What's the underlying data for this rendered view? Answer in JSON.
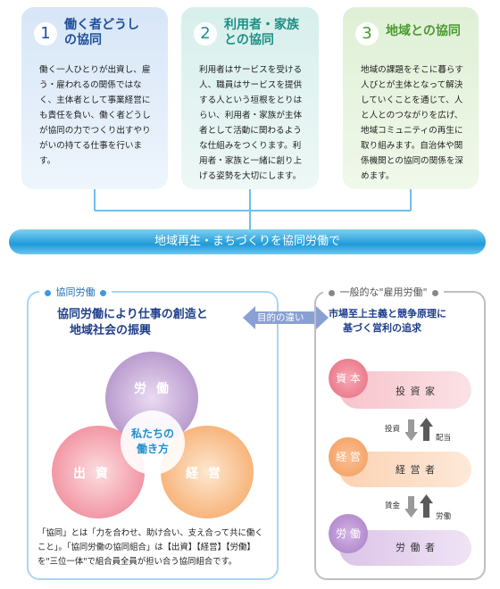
{
  "cards": [
    {
      "num": "1",
      "title1": "働く者どうし",
      "title2": "の協同",
      "body": "働く一人ひとりが出資し、雇う・雇われるの関係ではなく、主体者として事業経営にも責任を負い、働く者どうしが協同の力でつくり出すやりがいの持てる仕事を行います。"
    },
    {
      "num": "2",
      "title1": "利用者・家族",
      "title2": "との協同",
      "body": "利用者はサービスを受ける人、職員はサービスを提供する人という垣根をとりはらい、利用者・家族が主体者として活動に関わるような仕組みをつくります。利用者・家族と一緒に創り上げる姿勢を大切にします。"
    },
    {
      "num": "3",
      "title1": "地域との協同",
      "title2": "",
      "body": "地域の課題をそこに暮らす人びとが主体となって解決していくことを通じて、人と人とのつながりを広げ、地域コミュニティの再生に取り組みます。自治体や関係機関との協同の関係を深めます。"
    }
  ],
  "banner": "地域再生・まちづくりを協同労働で",
  "left": {
    "tag": "協同労働",
    "heading1": "協同労働により仕事の創造と",
    "heading2": "地域社会の振興",
    "circle_top": "労 働",
    "circle_left": "出 資",
    "circle_right": "経 営",
    "center1": "私たちの",
    "center2": "働き方",
    "note": "「協同」とは「力を合わせ、助け合い、支え合って共に働くこと」。「協同労働の協同組合」は【出資】【経営】【労働】を\"三位一体\"で組合員全員が担い合う協同組合です。"
  },
  "arrow_label": "目的の違い",
  "right": {
    "tag": "一般的な\"雇用労働\"",
    "heading1": "市場至上主義と競争原理に",
    "heading2": "基づく営利の追求",
    "rows": [
      {
        "ball": "資 本",
        "label": "投 資 家"
      },
      {
        "ball": "経 営",
        "label": "経 営 者"
      },
      {
        "ball": "労 働",
        "label": "労 働 者"
      }
    ],
    "arrows": [
      {
        "down": "投資",
        "up": "配当"
      },
      {
        "down": "賃金",
        "up": "労働"
      }
    ]
  },
  "colors": {
    "banner": "#1f9ad8",
    "left_border": "#a9d6f3",
    "right_border": "#bfbfbf"
  }
}
